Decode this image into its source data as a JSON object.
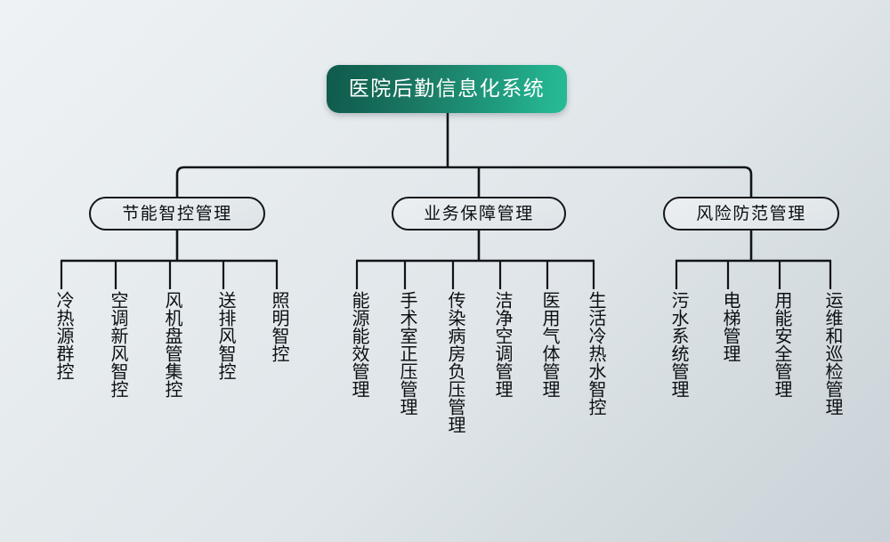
{
  "diagram": {
    "type": "organizational-hierarchy-tree",
    "orientation": "top-down",
    "title": "医院后勤信息化系统",
    "colors": {
      "root_gradient_start": "#0f5a4c",
      "root_gradient_end": "#27bb95",
      "root_text": "#ffffff",
      "node_border": "#13171b",
      "node_fill": "#e8edf0",
      "node_text": "#0c0f12",
      "connector": "#111418",
      "background_start": "#eff2f4",
      "background_end": "#c9d2d8"
    },
    "root": {
      "label": "医院后勤信息化系统"
    },
    "categories": [
      {
        "id": "energy",
        "label": "节能智控管理",
        "leaves": [
          {
            "label": "冷热源群控"
          },
          {
            "label": "空调新风智控"
          },
          {
            "label": "风机盘管集控"
          },
          {
            "label": "送排风智控"
          },
          {
            "label": "照明智控"
          }
        ]
      },
      {
        "id": "business",
        "label": "业务保障管理",
        "leaves": [
          {
            "label": "能源能效管理"
          },
          {
            "label": "手术室正压管理"
          },
          {
            "label": "传染病房负压管理"
          },
          {
            "label": "洁净空调管理"
          },
          {
            "label": "医用气体管理"
          },
          {
            "label": "生活冷热水智控"
          }
        ]
      },
      {
        "id": "risk",
        "label": "风险防范管理",
        "leaves": [
          {
            "label": "污水系统管理"
          },
          {
            "label": "电梯管理"
          },
          {
            "label": "用能安全管理"
          },
          {
            "label": "运维和巡检管理"
          }
        ]
      }
    ]
  }
}
